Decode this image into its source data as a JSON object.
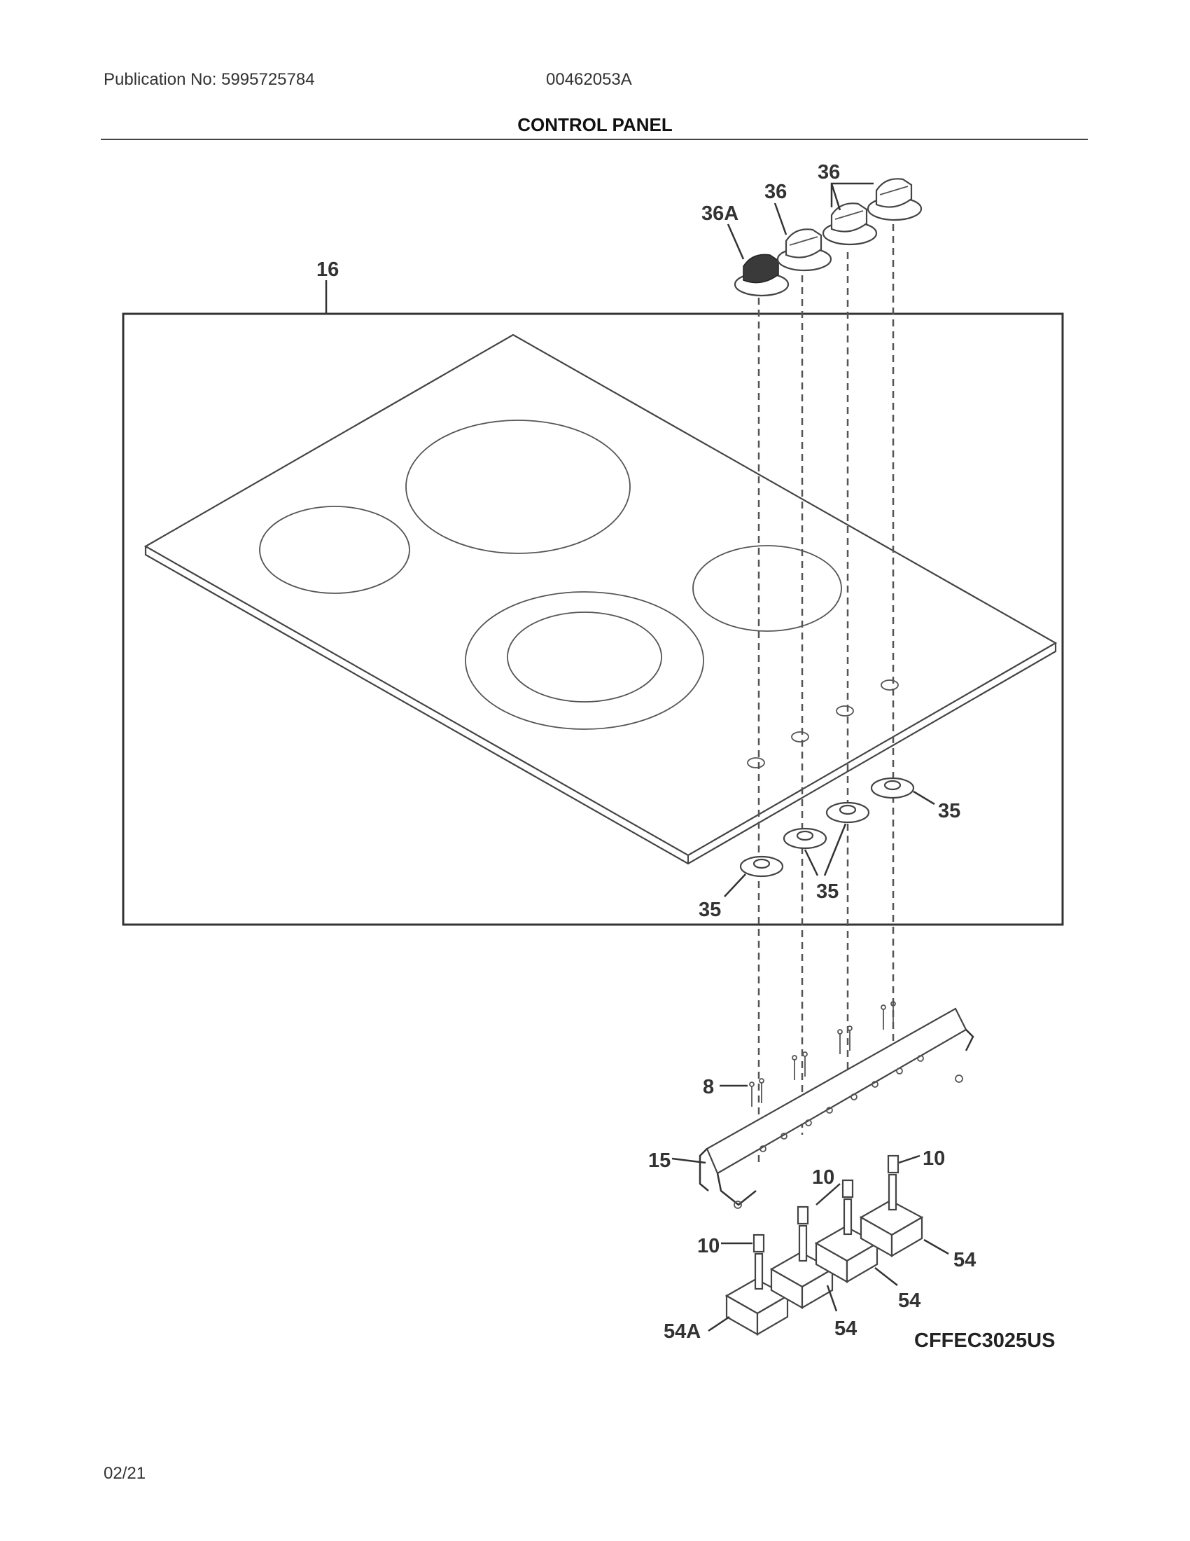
{
  "header": {
    "publication": "Publication No: 5995725784",
    "doc_number": "00462053A",
    "title": "CONTROL PANEL"
  },
  "callouts": {
    "c16": "16",
    "c36A": "36A",
    "c36a": "36",
    "c36b": "36",
    "c35a": "35",
    "c35b": "35",
    "c35c": "35",
    "c8": "8",
    "c15": "15",
    "c10a": "10",
    "c10b": "10",
    "c10c": "10",
    "c54a": "54",
    "c54b": "54",
    "c54c": "54",
    "c54A": "54A"
  },
  "footer": {
    "model": "CFFEC3025US",
    "date": "02/21"
  }
}
